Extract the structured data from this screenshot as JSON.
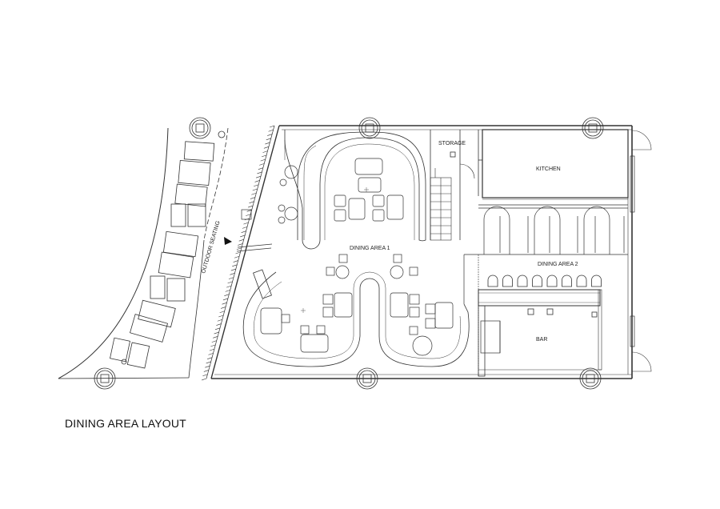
{
  "drawing": {
    "caption": "DINING AREA LAYOUT",
    "rooms": {
      "outdoor": "OUTDOOR SEATING",
      "storage": "STORAGE",
      "kitchen": "KITCHEN",
      "dining1": "DINING AREA 1",
      "dining2": "DINING AREA 2",
      "bar": "BAR"
    }
  }
}
